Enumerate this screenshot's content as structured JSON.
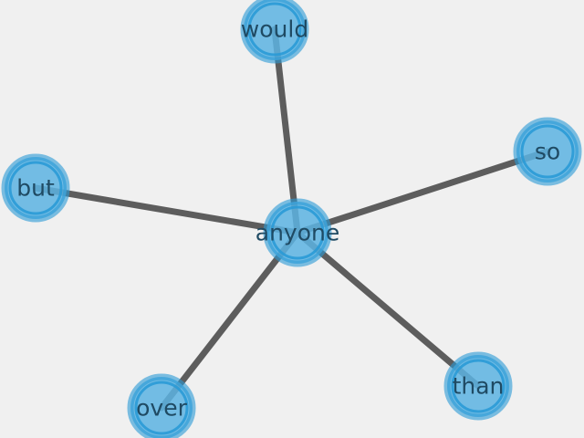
{
  "graph": {
    "colors": {
      "background": "#f0f0f0",
      "edge": "#5d5d5d",
      "node_fill": "#5cb3e2",
      "node_ring": "#2a9ad6",
      "label": "#1f4a63"
    },
    "center": "anyone",
    "nodes": [
      {
        "id": "anyone",
        "label": "anyone"
      },
      {
        "id": "would",
        "label": "would"
      },
      {
        "id": "so",
        "label": "so"
      },
      {
        "id": "but",
        "label": "but"
      },
      {
        "id": "than",
        "label": "than"
      },
      {
        "id": "over",
        "label": "over"
      }
    ],
    "edges": [
      {
        "source": "anyone",
        "target": "would"
      },
      {
        "source": "anyone",
        "target": "so"
      },
      {
        "source": "anyone",
        "target": "but"
      },
      {
        "source": "anyone",
        "target": "than"
      },
      {
        "source": "anyone",
        "target": "over"
      }
    ]
  }
}
